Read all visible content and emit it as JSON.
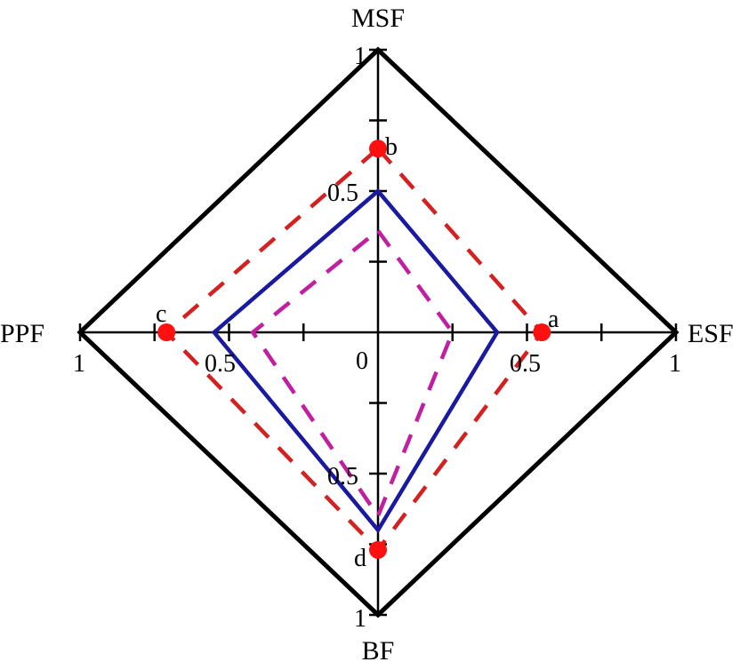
{
  "chart_data": {
    "type": "radar",
    "title": "",
    "axes": [
      {
        "name": "MSF",
        "direction": "up",
        "max": 1
      },
      {
        "name": "ESF",
        "direction": "right",
        "max": 1
      },
      {
        "name": "BF",
        "direction": "down",
        "max": 1
      },
      {
        "name": "PPF",
        "direction": "left",
        "max": 1
      }
    ],
    "axis_ticks": [
      0.25,
      0.5,
      0.75,
      1
    ],
    "tick_labels": {
      "center": "0",
      "msf_half": "0.5",
      "msf_max": "1",
      "esf_half": "0.5",
      "esf_max": "1",
      "bf_half": "0.5",
      "bf_max": "1",
      "ppf_half": "0.5",
      "ppf_max": "1"
    },
    "series": [
      {
        "name": "outer boundary",
        "style": "solid",
        "color": "#000000",
        "values": {
          "MSF": 1.0,
          "ESF": 1.0,
          "BF": 1.0,
          "PPF": 1.0
        }
      },
      {
        "name": "red dashed (points a-d)",
        "style": "dashed",
        "color": "#d42020",
        "values": {
          "MSF": 0.65,
          "ESF": 0.55,
          "BF": 0.77,
          "PPF": 0.71
        }
      },
      {
        "name": "blue solid",
        "style": "solid",
        "color": "#1a1aa0",
        "values": {
          "MSF": 0.5,
          "ESF": 0.4,
          "BF": 0.7,
          "PPF": 0.55
        }
      },
      {
        "name": "magenta dashed",
        "style": "dashed",
        "color": "#c0209f",
        "values": {
          "MSF": 0.36,
          "ESF": 0.25,
          "BF": 0.65,
          "PPF": 0.42
        }
      }
    ],
    "points": [
      {
        "label": "a",
        "axis": "ESF",
        "value": 0.55
      },
      {
        "label": "b",
        "axis": "MSF",
        "value": 0.65
      },
      {
        "label": "c",
        "axis": "PPF",
        "value": 0.71
      },
      {
        "label": "d",
        "axis": "BF",
        "value": 0.77
      }
    ],
    "grid": false,
    "legend": null
  },
  "labels": {
    "msf": "MSF",
    "esf": "ESF",
    "bf": "BF",
    "ppf": "PPF",
    "a": "a",
    "b": "b",
    "c": "c",
    "d": "d"
  },
  "colors": {
    "outline": "#000000",
    "red": "#d42020",
    "blue": "#1a1aa0",
    "magenta": "#c0209f",
    "point": "#ff1010"
  }
}
